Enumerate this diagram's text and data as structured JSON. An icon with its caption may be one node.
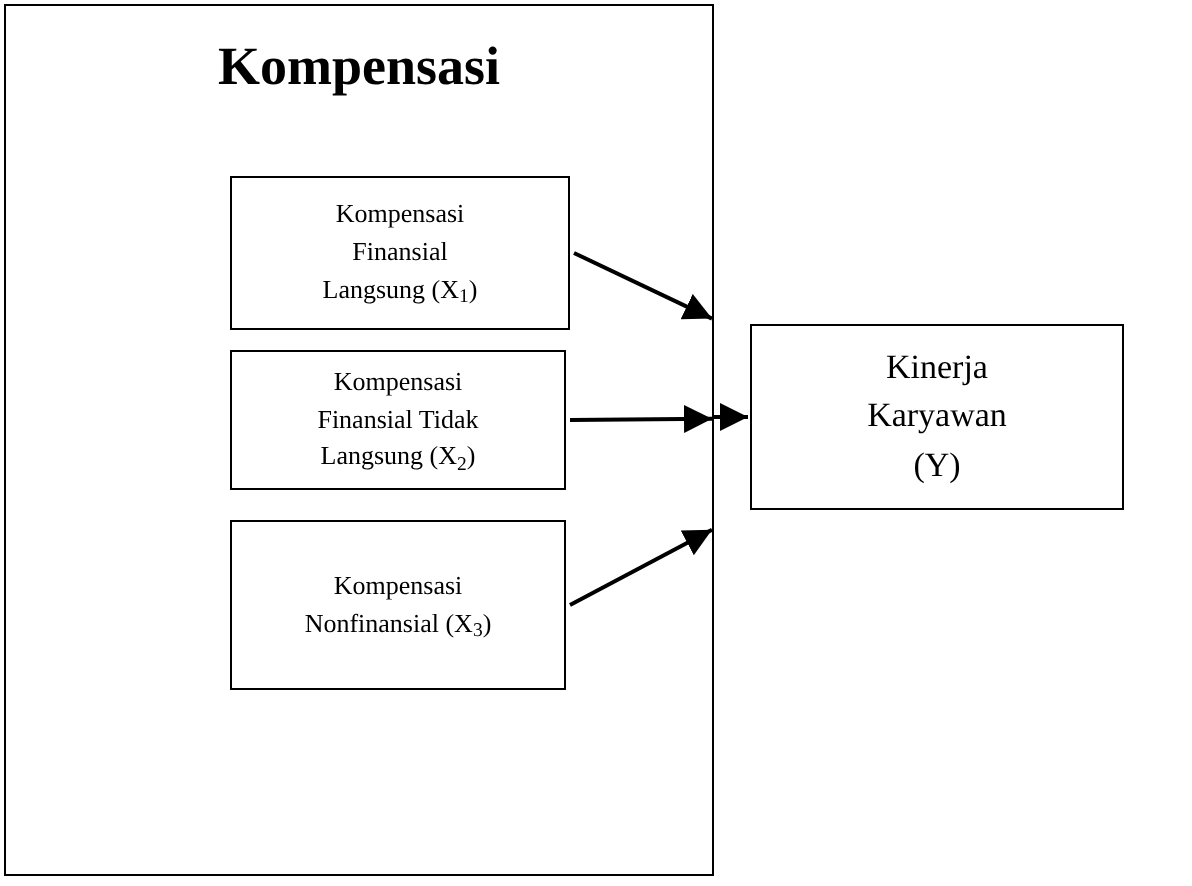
{
  "diagram": {
    "nodes": [
      {
        "text": [
          "Kompensasi"
        ]
      },
      {
        "text": [
          "Kompensasi Finansial Langsung (X$_{1}$)"
        ],
        "in": 0
      },
      {
        "text": [
          "Kompensasi Finansial Tidak Langsung (X$_{2}$)"
        ],
        "in": 0
      },
      {
        "text": [
          "Kompensasi Nonfinansial (X$_{3}$)"
        ],
        "in": 0
      },
      {
        "text": [
          "Kinerja Karyawan (Y)"
        ]
      }
    ],
    "edges": [
      {
        "from": 1,
        "to": 0,
        "arrow": "to"
      },
      {
        "from": 2,
        "to": 0,
        "arrow": "to"
      },
      {
        "from": 3,
        "to": 0,
        "arrow": "to"
      },
      {
        "from": 0,
        "to": 4,
        "arrow": "to"
      }
    ]
  }
}
